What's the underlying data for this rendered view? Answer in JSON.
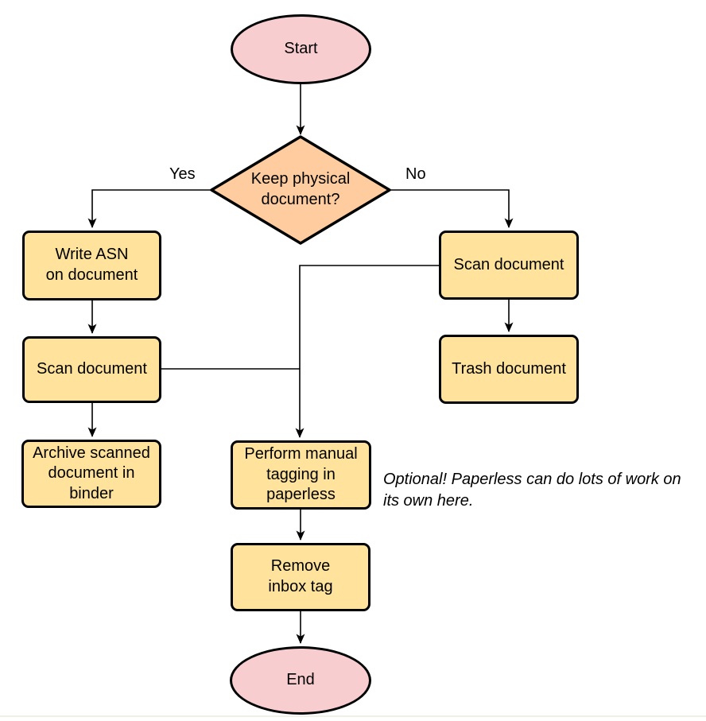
{
  "colors": {
    "pink": "#f8cdd0",
    "orange": "#fecc9f",
    "yellow": "#ffe39c",
    "stroke": "#000000",
    "bottom_rule": "#f2efe6"
  },
  "nodes": {
    "start": "Start",
    "decision": "Keep physical\ndocument?",
    "write_asn": "Write ASN\non document",
    "scan_left": "Scan document",
    "archive": "Archive scanned\ndocument in\nbinder",
    "scan_right": "Scan document",
    "trash": "Trash document",
    "tagging": "Perform manual\ntagging in\npaperless",
    "remove_inbox": "Remove\ninbox tag",
    "end": "End"
  },
  "edge_labels": {
    "yes": "Yes",
    "no": "No"
  },
  "note": "Optional! Paperless can do lots of work on\nits own here."
}
